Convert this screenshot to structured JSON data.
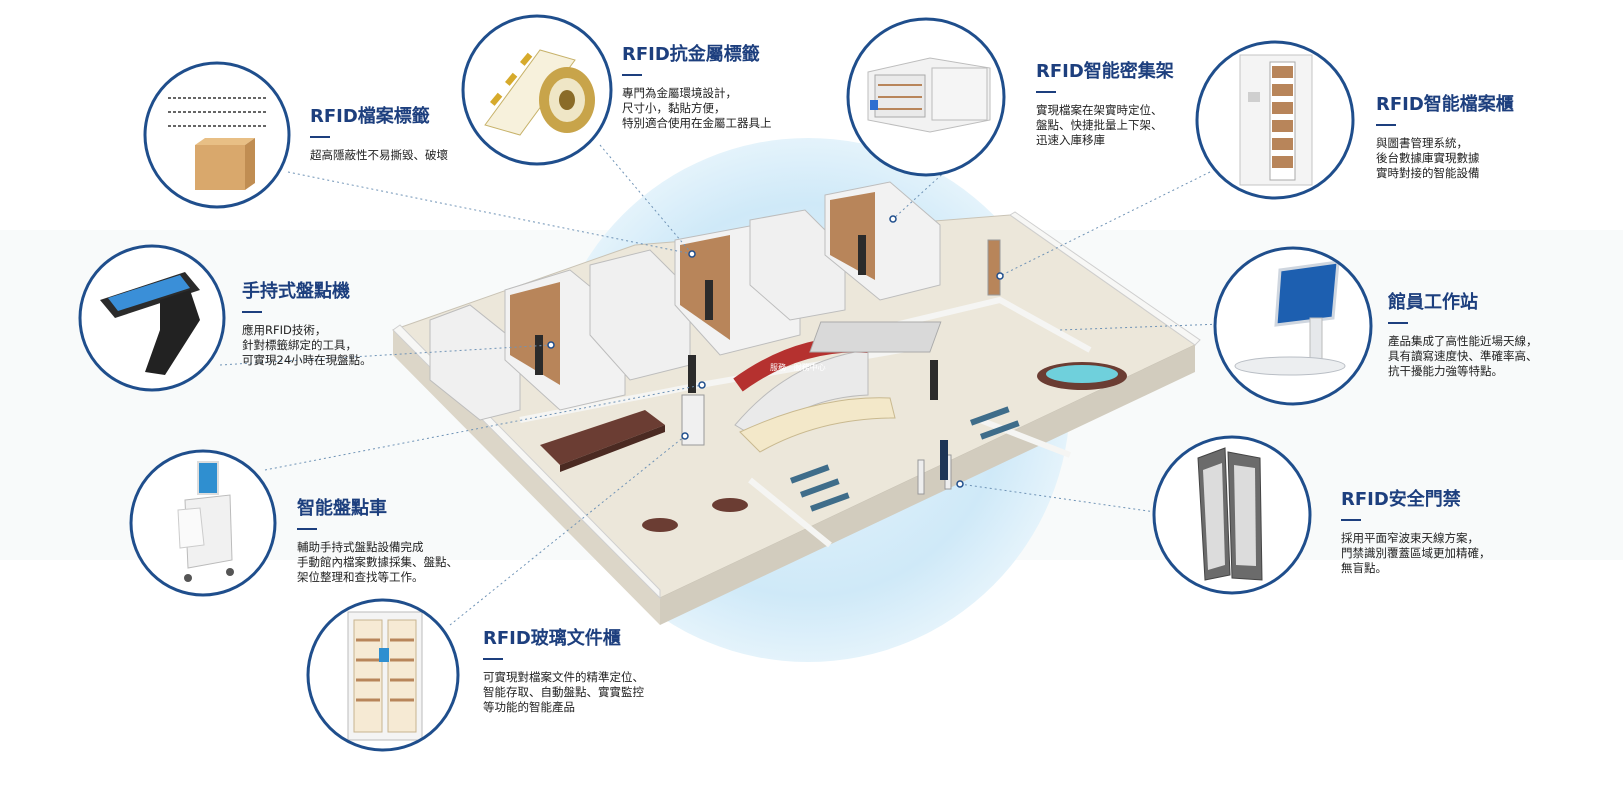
{
  "colors": {
    "circle_stroke": "#1f4e8c",
    "title": "#1d3f7e",
    "glow": "#d8eefa",
    "floor": "#ece7da"
  },
  "callouts": [
    {
      "id": "rfid-archive-tag",
      "title": "RFID檔案標籤",
      "lines": [
        "超高隱蔽性不易撕毀、破壞"
      ],
      "icon": "tag-strip-and-box-icon"
    },
    {
      "id": "rfid-metal-tag",
      "title": "RFID抗金屬標籤",
      "lines": [
        "專門為金屬環境設計，",
        "尺寸小，黏貼方便，",
        "特別適合使用在金屬工器具上"
      ],
      "icon": "label-roll-icon"
    },
    {
      "id": "rfid-smart-shelf",
      "title": "RFID智能密集架",
      "lines": [
        "實現檔案在架實時定位、",
        "盤點、快捷批量上下架、",
        "迅速入庫移庫"
      ],
      "icon": "mobile-shelving-icon"
    },
    {
      "id": "rfid-smart-cabinet",
      "title": "RFID智能檔案櫃",
      "lines": [
        "與圖書管理系統，",
        "後台數據庫實現數據",
        "實時對接的智能設備"
      ],
      "icon": "archive-cabinet-icon"
    },
    {
      "id": "handheld-reader",
      "title": "手持式盤點機",
      "lines": [
        "應用RFID技術，",
        "針對標籤綁定的工具，",
        "可實現24小時在現盤點。"
      ],
      "icon": "handheld-reader-icon"
    },
    {
      "id": "staff-workstation",
      "title": "館員工作站",
      "lines": [
        "產品集成了高性能近場天線，",
        "具有讀寫速度快、準確率高、",
        "抗干擾能力強等特點。"
      ],
      "icon": "workstation-monitor-icon"
    },
    {
      "id": "inventory-cart",
      "title": "智能盤點車",
      "lines": [
        "輔助手持式盤點設備完成",
        "手動館內檔案數據採集、盤點、",
        "架位整理和查找等工作。"
      ],
      "icon": "inventory-cart-icon"
    },
    {
      "id": "security-gate",
      "title": "RFID安全門禁",
      "lines": [
        "採用平面窄波束天線方案，",
        "門禁識別覆蓋區域更加精確，",
        "無盲點。"
      ],
      "icon": "security-gate-icon"
    },
    {
      "id": "glass-cabinet",
      "title": "RFID玻璃文件櫃",
      "lines": [
        "可實現對檔案文件的精準定位、",
        "智能存取、自動盤點、實實監控",
        "等功能的智能產品"
      ],
      "icon": "glass-cabinet-icon"
    }
  ],
  "scene": {
    "service_desk_sign": "服務 · 服務中心",
    "icons": [
      "floor-plan-illustration",
      "shelving-unit-icon",
      "person-icon",
      "meeting-table-icon",
      "waiting-bench-icon"
    ]
  }
}
